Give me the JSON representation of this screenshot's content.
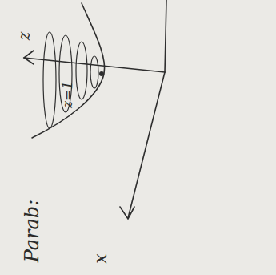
{
  "diagram": {
    "labels": [
      "Parab:",
      "z",
      "z=1",
      "x"
    ]
  }
}
